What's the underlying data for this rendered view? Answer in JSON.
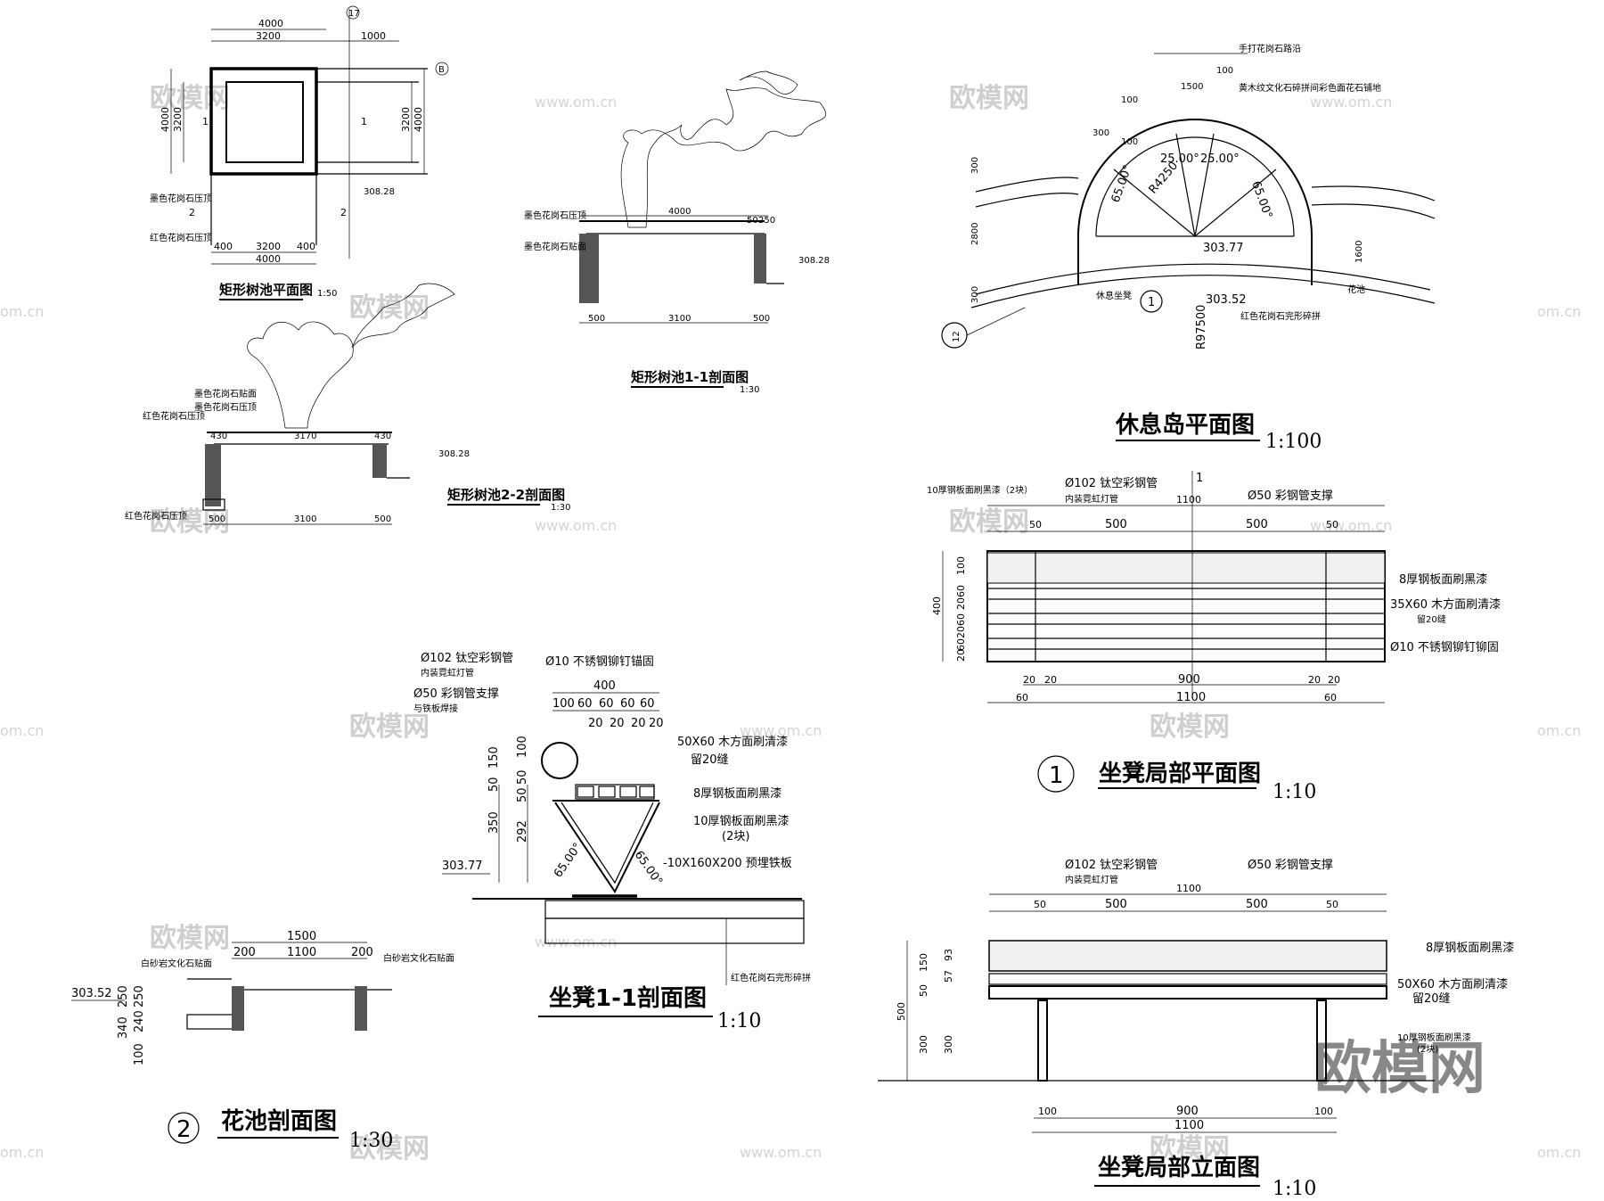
{
  "drawings": {
    "tree_pit_plan": {
      "title": "矩形树池平面图",
      "scale": "1:50",
      "dims_top": [
        "4000",
        "3200",
        "1000"
      ],
      "dims_bottom": [
        "400",
        "3200",
        "400",
        "4000"
      ],
      "dims_side": [
        "4000",
        "3200",
        "3200",
        "4000"
      ],
      "elev": "308.28",
      "notes": [
        "墨色花岗石压顶",
        "红色花岗石压顶"
      ],
      "cut_marks": [
        "1",
        "1",
        "2",
        "2"
      ],
      "grid": [
        "17",
        "B"
      ]
    },
    "tree_pit_section_11": {
      "title": "矩形树池1-1剖面图",
      "scale": "1:30",
      "dims": [
        "500",
        "3100",
        "500",
        "4000",
        "50",
        "250"
      ],
      "elev": "308.28",
      "notes": [
        "墨色花岗石压顶",
        "墨色花岗石贴面"
      ]
    },
    "tree_pit_section_22": {
      "title": "矩形树池2-2剖面图",
      "scale": "1:30",
      "dims": [
        "500",
        "3100",
        "500",
        "430",
        "3170",
        "430"
      ],
      "elev": "308.28",
      "notes": [
        "红色花岗石压顶",
        "墨色花岗石贴面",
        "墨色花岗石压顶",
        "红色花岗石压顶"
      ]
    },
    "rest_island_plan": {
      "title": "休息岛平面图",
      "scale": "1:100",
      "dims": [
        "1500",
        "100",
        "100",
        "300",
        "100",
        "300",
        "2800",
        "300",
        "1600"
      ],
      "angles": [
        "25.00°",
        "25.00°",
        "65.00°",
        "65.00°"
      ],
      "radius": "R4250",
      "radius_outer": "R97500",
      "elevs": [
        "303.77",
        "303.52"
      ],
      "bench_mark": "1",
      "grid": "12",
      "notes": [
        "手打花岗石路沿",
        "黄木纹文化石碎拼间彩色面花石铺地",
        "休息坐凳",
        "红色花岗石完形碎拼",
        "花池"
      ]
    },
    "bench_plan": {
      "title": "坐凳局部平面图",
      "scale": "1:10",
      "number": "1",
      "dims_top": [
        "1100",
        "50",
        "500",
        "500",
        "50"
      ],
      "dims_bottom": [
        "20",
        "20",
        "900",
        "20",
        "20",
        "60",
        "1100",
        "60"
      ],
      "dims_left": [
        "100",
        "60",
        "20",
        "60",
        "20",
        "60",
        "20",
        "400"
      ],
      "cut": "1",
      "notes": [
        "10厚钢板面刷黑漆（2块）",
        "Ø102 钛空彩钢管",
        "内装霓虹灯管",
        "Ø50 彩钢管支撑",
        "8厚钢板面刷黑漆",
        "35X60 木方面刷清漆",
        "留20缝",
        "Ø10 不锈钢铆钉铆固"
      ]
    },
    "bench_section": {
      "title": "坐凳1-1剖面图",
      "scale": "1:10",
      "dims": [
        "400",
        "100",
        "60",
        "60",
        "60",
        "60",
        "20",
        "20",
        "20",
        "20",
        "150",
        "50",
        "50",
        "100",
        "50",
        "350",
        "292"
      ],
      "angles": [
        "65.00°",
        "65.00°"
      ],
      "elev": "303.77",
      "notes": [
        "Ø102 钛空彩钢管",
        "内装霓虹灯管",
        "Ø50 彩钢管支撑",
        "与铁板焊接",
        "Ø10 不锈钢铆钉锚固",
        "50X60 木方面刷清漆",
        "留20缝",
        "8厚钢板面刷黑漆",
        "10厚钢板面刷黑漆",
        "(2块)",
        "-10X160X200 预埋铁板",
        "红色花岗石完形碎拼"
      ]
    },
    "planter_section": {
      "title": "花池剖面图",
      "scale": "1:30",
      "number": "2",
      "dims": [
        "1500",
        "200",
        "1100",
        "200",
        "250",
        "250",
        "240",
        "340",
        "100"
      ],
      "elev": "303.52",
      "notes": [
        "白砂岩文化石贴面",
        "白砂岩文化石贴面"
      ]
    },
    "bench_elevation": {
      "title": "坐凳局部立面图",
      "scale": "1:10",
      "dims_top": [
        "1100",
        "50",
        "500",
        "500",
        "50"
      ],
      "dims_bottom": [
        "100",
        "900",
        "100",
        "1100"
      ],
      "dims_left": [
        "500",
        "150",
        "50",
        "300",
        "93",
        "57",
        "300"
      ],
      "notes": [
        "Ø102 钛空彩钢管",
        "内装霓虹灯管",
        "Ø50 彩钢管支撑",
        "8厚钢板面刷黑漆",
        "50X60 木方面刷清漆",
        "留20缝",
        "10厚钢板面刷黑漆",
        "(2块)"
      ]
    }
  },
  "watermark": {
    "text": "欧模网",
    "url": "www.om.cn",
    "url_short": "om.cn"
  }
}
